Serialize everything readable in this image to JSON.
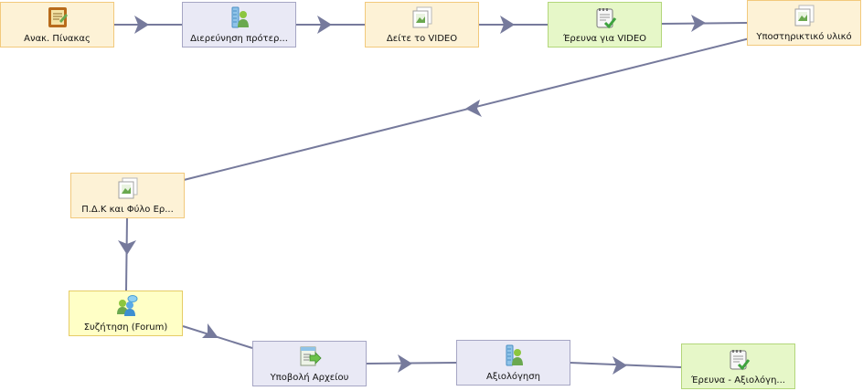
{
  "colors": {
    "edge": "#767a9c",
    "peach_fill": "#fdf2d6",
    "lilac_fill": "#e9e9f5",
    "green_fill": "#e6f7c8",
    "yellow_fill": "#ffffc6"
  },
  "nodes": [
    {
      "id": "n1",
      "label": "Ανακ. Πίνακας",
      "icon": "noticeboard-icon"
    },
    {
      "id": "n2",
      "label": "Διερεύνηση πρότερ...",
      "icon": "assessment-icon"
    },
    {
      "id": "n3",
      "label": "Δείτε το VIDEO",
      "icon": "resource-icon"
    },
    {
      "id": "n4",
      "label": "Έρευνα για VIDEO",
      "icon": "survey-icon"
    },
    {
      "id": "n5",
      "label": "Υποστηρικτικό υλικό",
      "icon": "resource-icon"
    },
    {
      "id": "n6",
      "label": "Π.Δ.Κ και Φύλο Ερ...",
      "icon": "resource-icon"
    },
    {
      "id": "n7",
      "label": "Συζήτηση (Forum)",
      "icon": "forum-icon"
    },
    {
      "id": "n8",
      "label": "Υποβολή Αρχείου",
      "icon": "submit-files-icon"
    },
    {
      "id": "n9",
      "label": "Αξιολόγηση",
      "icon": "assessment-icon"
    },
    {
      "id": "n10",
      "label": "Έρευνα - Αξιολόγη...",
      "icon": "survey-icon"
    }
  ]
}
